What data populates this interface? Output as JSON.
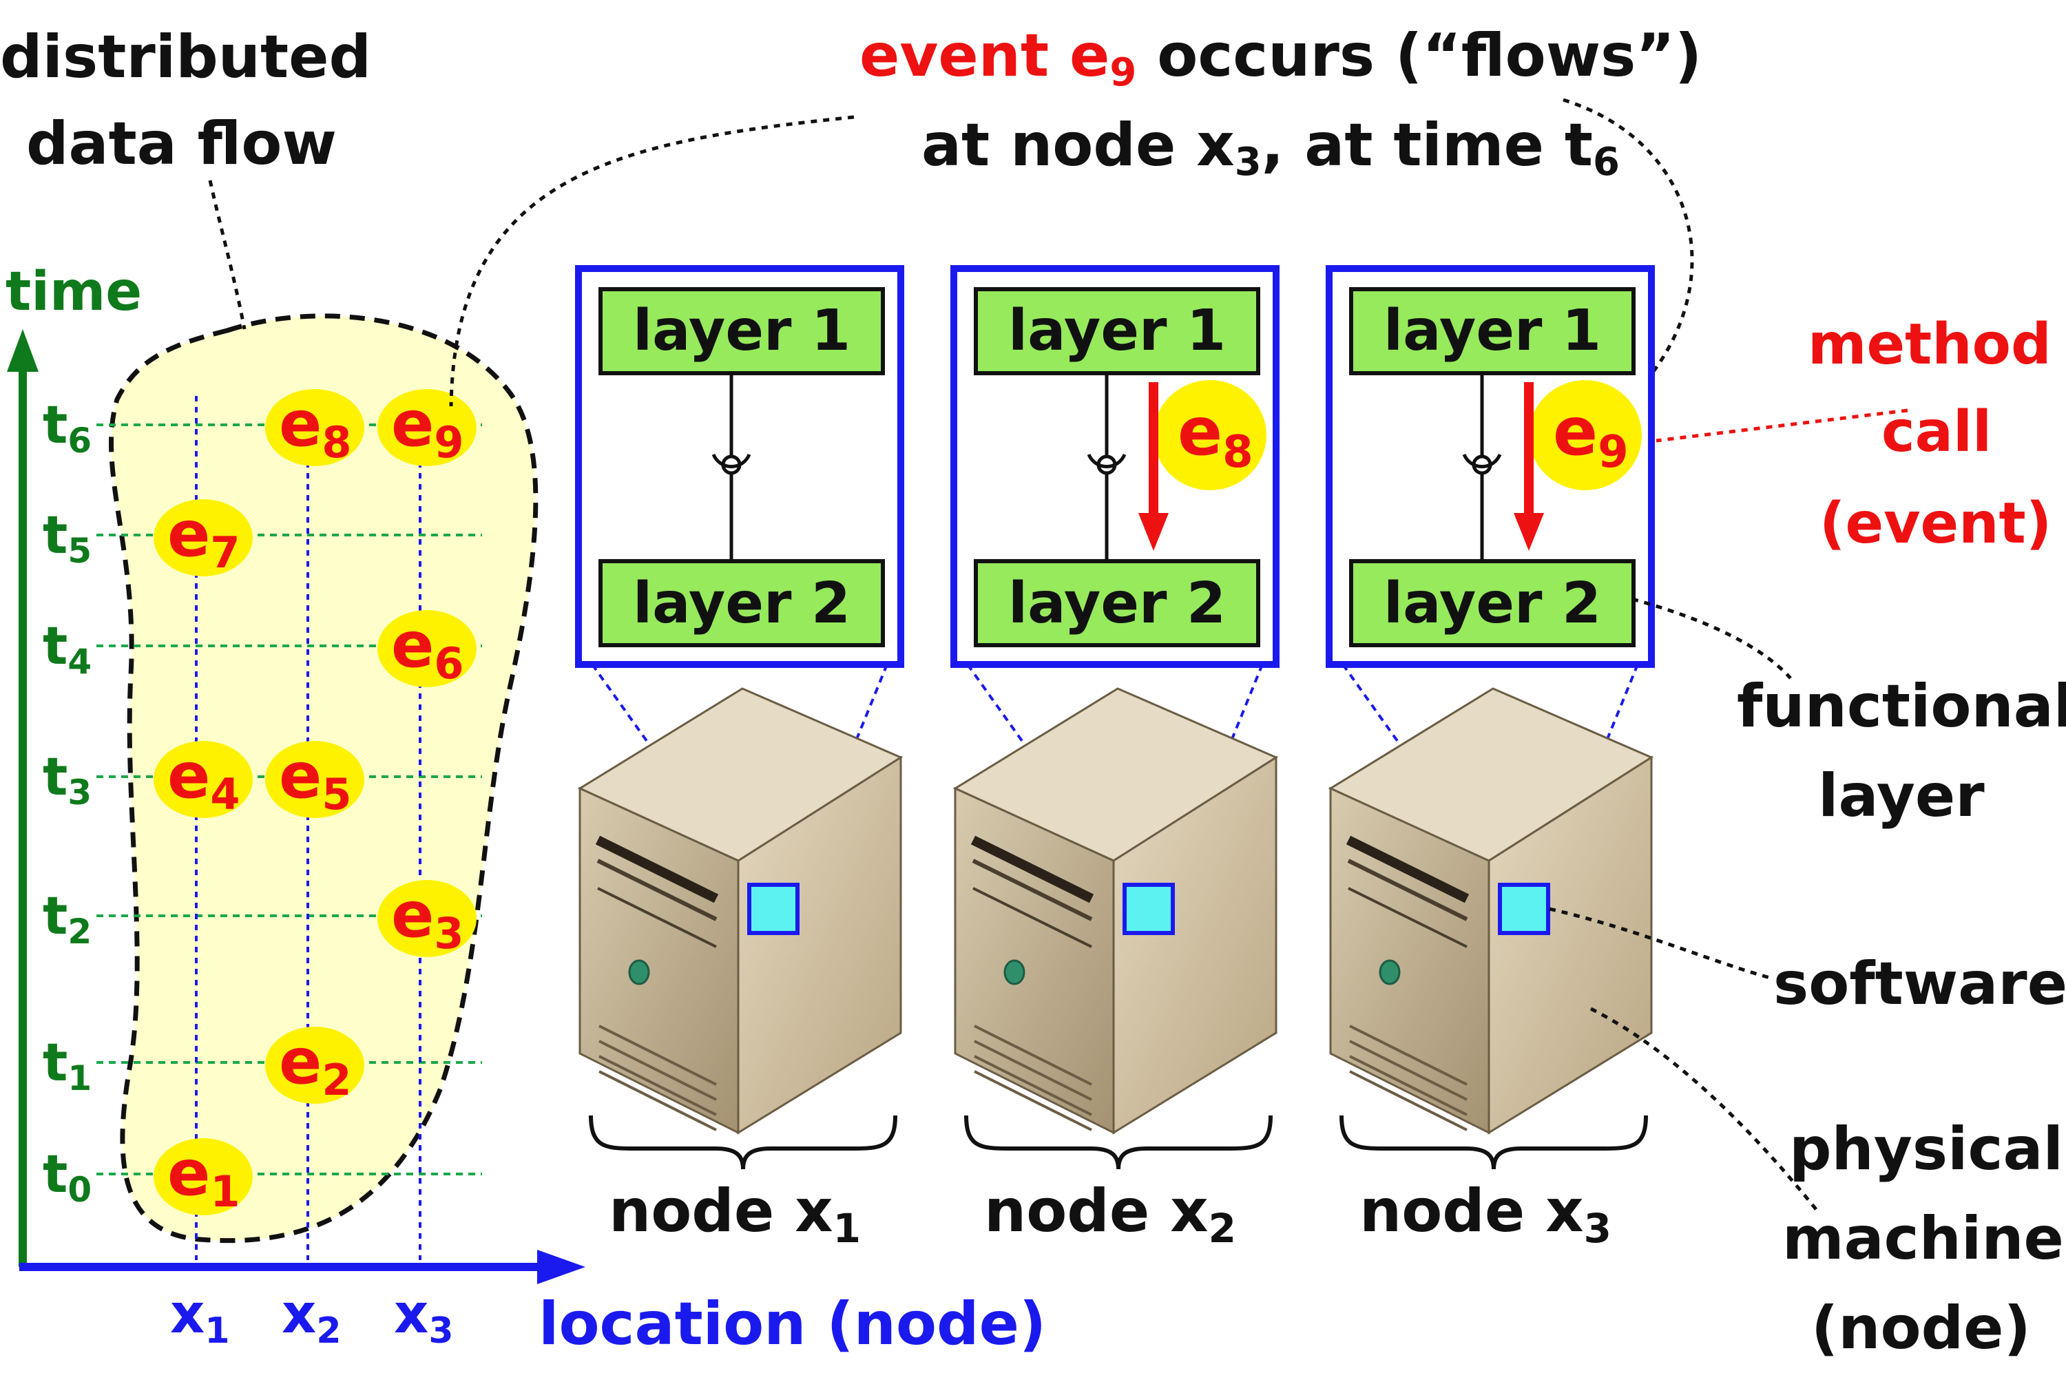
{
  "colors": {
    "black": "#111111",
    "red": "#ee1111",
    "green": "#0f7a1c",
    "blue": "#1a1aee",
    "event_fill": "#fff200",
    "region_fill": "#ffffcc",
    "layer_fill": "#96ea5c",
    "software_fill": "#5cf2f2",
    "server_front": "#c9b796",
    "server_side": "#ad9c7b",
    "server_top": "#e6dbc4"
  },
  "labels": {
    "distributed_line1": "distributed",
    "distributed_line2": "data flow",
    "time": "time",
    "location": "location (node)",
    "top_event_word": "event e",
    "top_event_sub": "9",
    "top_line1_rest": " occurs (“flows”)",
    "top_line2": "at node x",
    "top_line2_sub": "3",
    "top_line2_mid": ", at time t",
    "top_line2_sub2": "6",
    "method_call_1": "method",
    "method_call_2": "call",
    "method_call_3": "(event)",
    "functional_1": "functional",
    "functional_2": "layer",
    "software": "software",
    "physical_1": "physical",
    "physical_2": "machine",
    "physical_3": "(node)",
    "layer1": "layer 1",
    "layer2": "layer 2",
    "node_prefix": "node x"
  },
  "time_axis": {
    "base": "t",
    "ticks": [
      "0",
      "1",
      "2",
      "3",
      "4",
      "5",
      "6"
    ]
  },
  "location_axis": {
    "base": "x",
    "ticks": [
      "1",
      "2",
      "3"
    ]
  },
  "events": [
    {
      "name": "e",
      "sub": "1",
      "node": 1,
      "time": 0
    },
    {
      "name": "e",
      "sub": "2",
      "node": 2,
      "time": 1
    },
    {
      "name": "e",
      "sub": "3",
      "node": 3,
      "time": 2
    },
    {
      "name": "e",
      "sub": "4",
      "node": 1,
      "time": 3
    },
    {
      "name": "e",
      "sub": "5",
      "node": 2,
      "time": 3
    },
    {
      "name": "e",
      "sub": "6",
      "node": 3,
      "time": 4
    },
    {
      "name": "e",
      "sub": "7",
      "node": 1,
      "time": 5
    },
    {
      "name": "e",
      "sub": "8",
      "node": 2,
      "time": 6
    },
    {
      "name": "e",
      "sub": "9",
      "node": 3,
      "time": 6
    }
  ],
  "nodes": [
    {
      "sub": "1",
      "event": null
    },
    {
      "sub": "2",
      "event": {
        "name": "e",
        "sub": "8"
      }
    },
    {
      "sub": "3",
      "event": {
        "name": "e",
        "sub": "9"
      }
    }
  ]
}
